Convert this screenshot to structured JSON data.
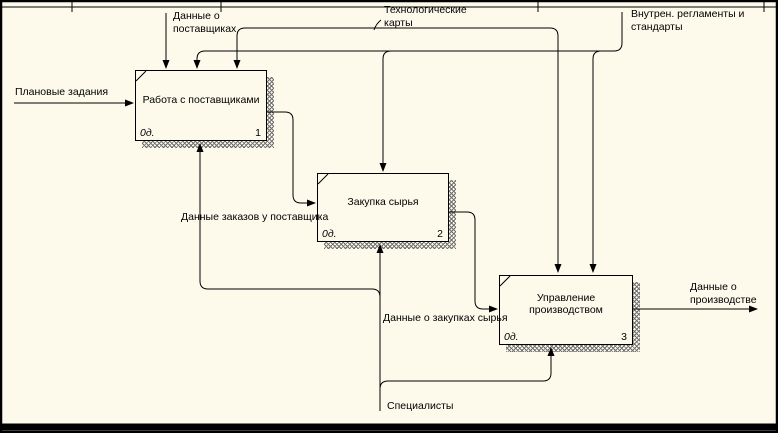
{
  "colors": {
    "background": "#FDFAEC",
    "line": "#000000",
    "shadow_hatch": "#6F6F6F",
    "frame": "#000000"
  },
  "boxes": [
    {
      "title": "Работа с поставщиками",
      "node": "0д.",
      "number": "1"
    },
    {
      "title": "Закупка сырья",
      "node": "0д.",
      "number": "2"
    },
    {
      "title": "Управление производством",
      "node": "0д.",
      "number": "3"
    }
  ],
  "labels": {
    "plan_tasks": "Плановые задания",
    "suppliers_data_1": "Данные о",
    "suppliers_data_2": "поставщиках",
    "tech_cards_1": "Технологические",
    "tech_cards_2": "карты",
    "regulations_1": "Внутрен. регламенты и",
    "regulations_2": "стандарты",
    "orders_data": "Данные заказов у поставщика",
    "purchases_data": "Данные о закупках сырья",
    "production_data_1": "Данные о",
    "production_data_2": "производстве",
    "specialists": "Специалисты"
  }
}
